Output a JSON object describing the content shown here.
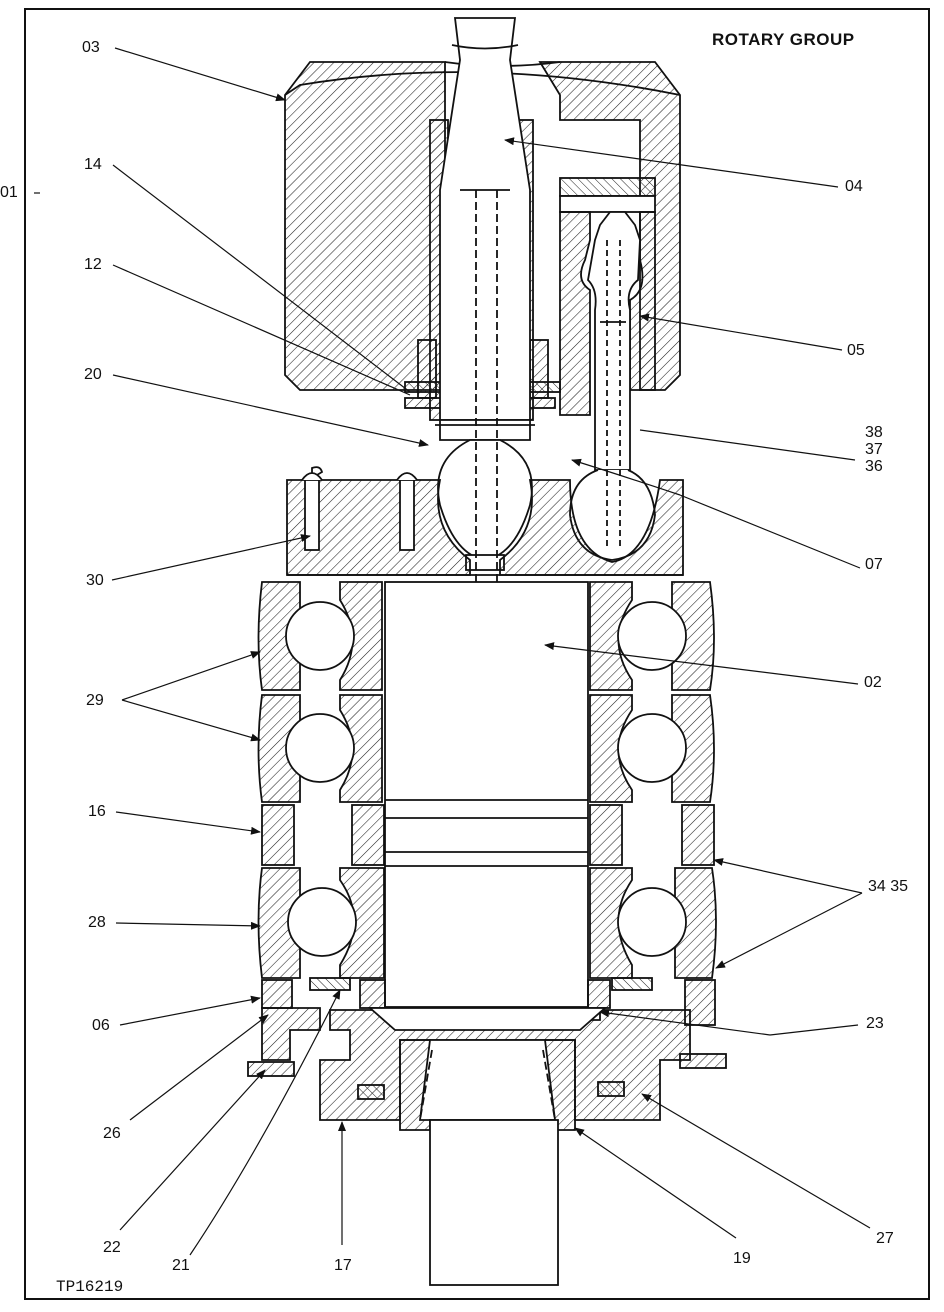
{
  "title": "ROTARY GROUP",
  "figure_code": "TP16219",
  "callouts": {
    "c01": "01",
    "c02": "02",
    "c03": "03",
    "c04": "04",
    "c05": "05",
    "c06": "06",
    "c07": "07",
    "c12": "12",
    "c14": "14",
    "c16": "16",
    "c17": "17",
    "c19": "19",
    "c20": "20",
    "c21": "21",
    "c22": "22",
    "c23": "23",
    "c26": "26",
    "c27": "27",
    "c28": "28",
    "c29": "29",
    "c30": "30",
    "c34_35": "34 35",
    "c36": "36",
    "c37": "37",
    "c38": "38"
  }
}
